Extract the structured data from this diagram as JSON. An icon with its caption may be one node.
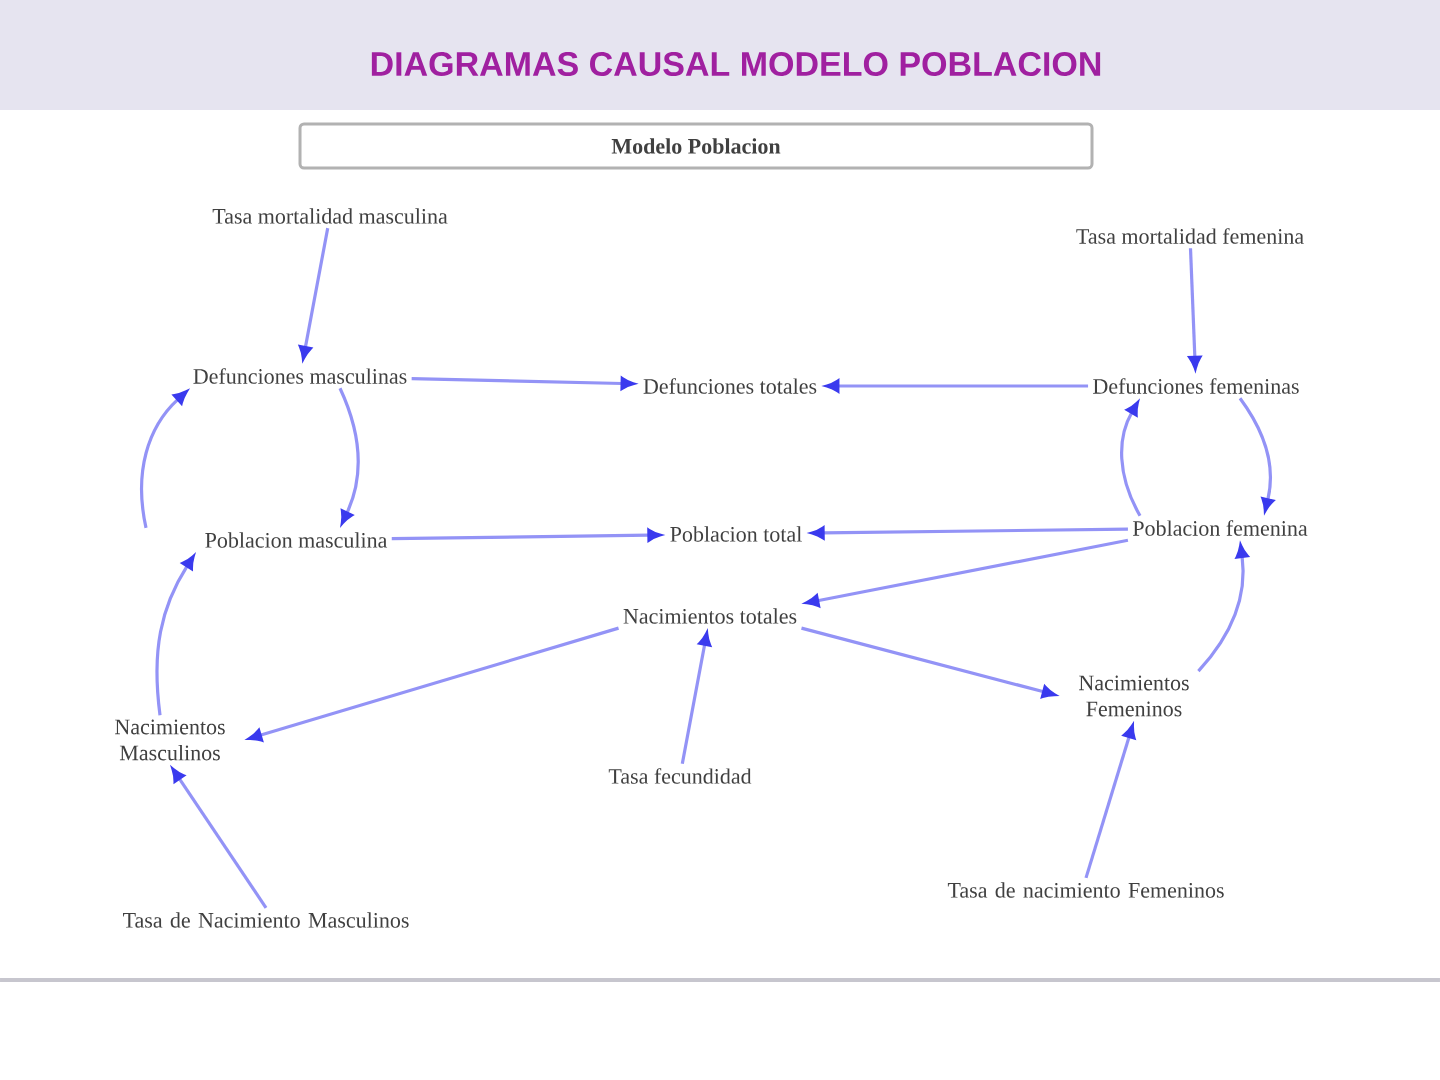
{
  "diagram": {
    "title": "DIAGRAMAS CAUSAL MODELO POBLACION",
    "nodes": [
      {
        "text": [
          "Modelo Poblacion"
        ]
      },
      {
        "text": [
          "Tasa mortalidad masculina"
        ]
      },
      {
        "text": [
          "Tasa mortalidad femenina"
        ]
      },
      {
        "text": [
          "Defunciones masculinas"
        ]
      },
      {
        "text": [
          "Defunciones totales"
        ]
      },
      {
        "text": [
          "Defunciones femeninas"
        ]
      },
      {
        "text": [
          "Poblacion masculina"
        ]
      },
      {
        "text": [
          "Poblacion total"
        ]
      },
      {
        "text": [
          "Poblacion femenina"
        ]
      },
      {
        "text": [
          "Nacimientos totales"
        ]
      },
      {
        "text": [
          "Nacimientos Masculinos"
        ]
      },
      {
        "text": [
          "Tasa fecundidad"
        ]
      },
      {
        "text": [
          "Nacimientos Femeninos"
        ]
      },
      {
        "text": [
          "Tasa de Nacimiento Masculinos"
        ]
      },
      {
        "text": [
          "Tasa de nacimiento Femeninos"
        ]
      }
    ],
    "edges": [
      {
        "from": 1,
        "to": 3,
        "arrow": "to"
      },
      {
        "from": 2,
        "to": 5,
        "arrow": "to"
      },
      {
        "from": 3,
        "to": 4,
        "arrow": "to"
      },
      {
        "from": 5,
        "to": 4,
        "arrow": "to"
      },
      {
        "from": 3,
        "to": 6,
        "arrow": "to"
      },
      {
        "from": 6,
        "to": 3,
        "arrow": "to"
      },
      {
        "from": 5,
        "to": 8,
        "arrow": "to"
      },
      {
        "from": 8,
        "to": 5,
        "arrow": "to"
      },
      {
        "from": 6,
        "to": 7,
        "arrow": "to"
      },
      {
        "from": 8,
        "to": 7,
        "arrow": "to"
      },
      {
        "from": 8,
        "to": 9,
        "arrow": "to"
      },
      {
        "from": 12,
        "to": 8,
        "arrow": "to"
      },
      {
        "from": 9,
        "to": 10,
        "arrow": "to"
      },
      {
        "from": 9,
        "to": 12,
        "arrow": "to"
      },
      {
        "from": 11,
        "to": 9,
        "arrow": "to"
      },
      {
        "from": 10,
        "to": 6,
        "arrow": "to"
      },
      {
        "from": 13,
        "to": 10,
        "arrow": "to"
      },
      {
        "from": 14,
        "to": 12,
        "arrow": "to"
      }
    ]
  }
}
